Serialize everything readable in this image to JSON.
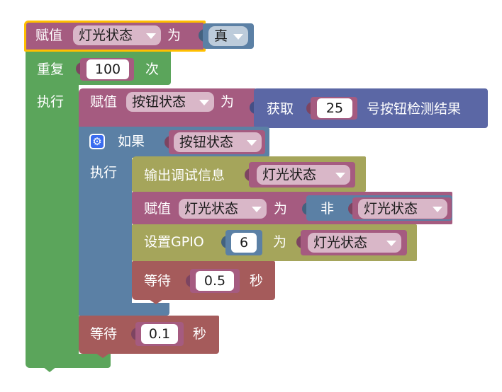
{
  "colors": {
    "variables": "#A55B80",
    "variables_dark": "#7d4461",
    "loops": "#5BA55B",
    "loops_dark": "#458745",
    "logic": "#5B80A5",
    "logic_dark": "#43627f",
    "text_io": "#A5A55B",
    "text_io_dark": "#84843f",
    "sensor": "#5B67A5",
    "sensor_dark": "#444f85",
    "selection": "#FFBF00",
    "wait": "#A55B5B",
    "wait_dark": "#844343",
    "dropdown_on_variables": "#D9B7C8",
    "dropdown_on_logic": "#BDCCDB"
  },
  "set_light": {
    "keyword": "赋值",
    "variable": "灯光状态",
    "to": "为",
    "value": "真"
  },
  "repeat": {
    "keyword": "重复",
    "count": "100",
    "times": "次",
    "do_label": "执行"
  },
  "set_button": {
    "keyword": "赋值",
    "variable": "按钮状态",
    "to": "为",
    "get_label": "获取",
    "pin": "25",
    "result_label": "号按钮检测结果"
  },
  "if_block": {
    "keyword": "如果",
    "condition_var": "按钮状态",
    "do_label": "执行",
    "gear_icon": "gear-icon"
  },
  "print_block": {
    "label": "输出调试信息",
    "variable": "灯光状态"
  },
  "toggle_block": {
    "keyword": "赋值",
    "variable": "灯光状态",
    "to": "为",
    "not_label": "非",
    "not_var": "灯光状态"
  },
  "gpio_block": {
    "label": "设置GPIO",
    "pin": "6",
    "to": "为",
    "variable": "灯光状态"
  },
  "wait_inner": {
    "label": "等待",
    "value": "0.5",
    "unit": "秒"
  },
  "wait_outer": {
    "label": "等待",
    "value": "0.1",
    "unit": "秒"
  }
}
